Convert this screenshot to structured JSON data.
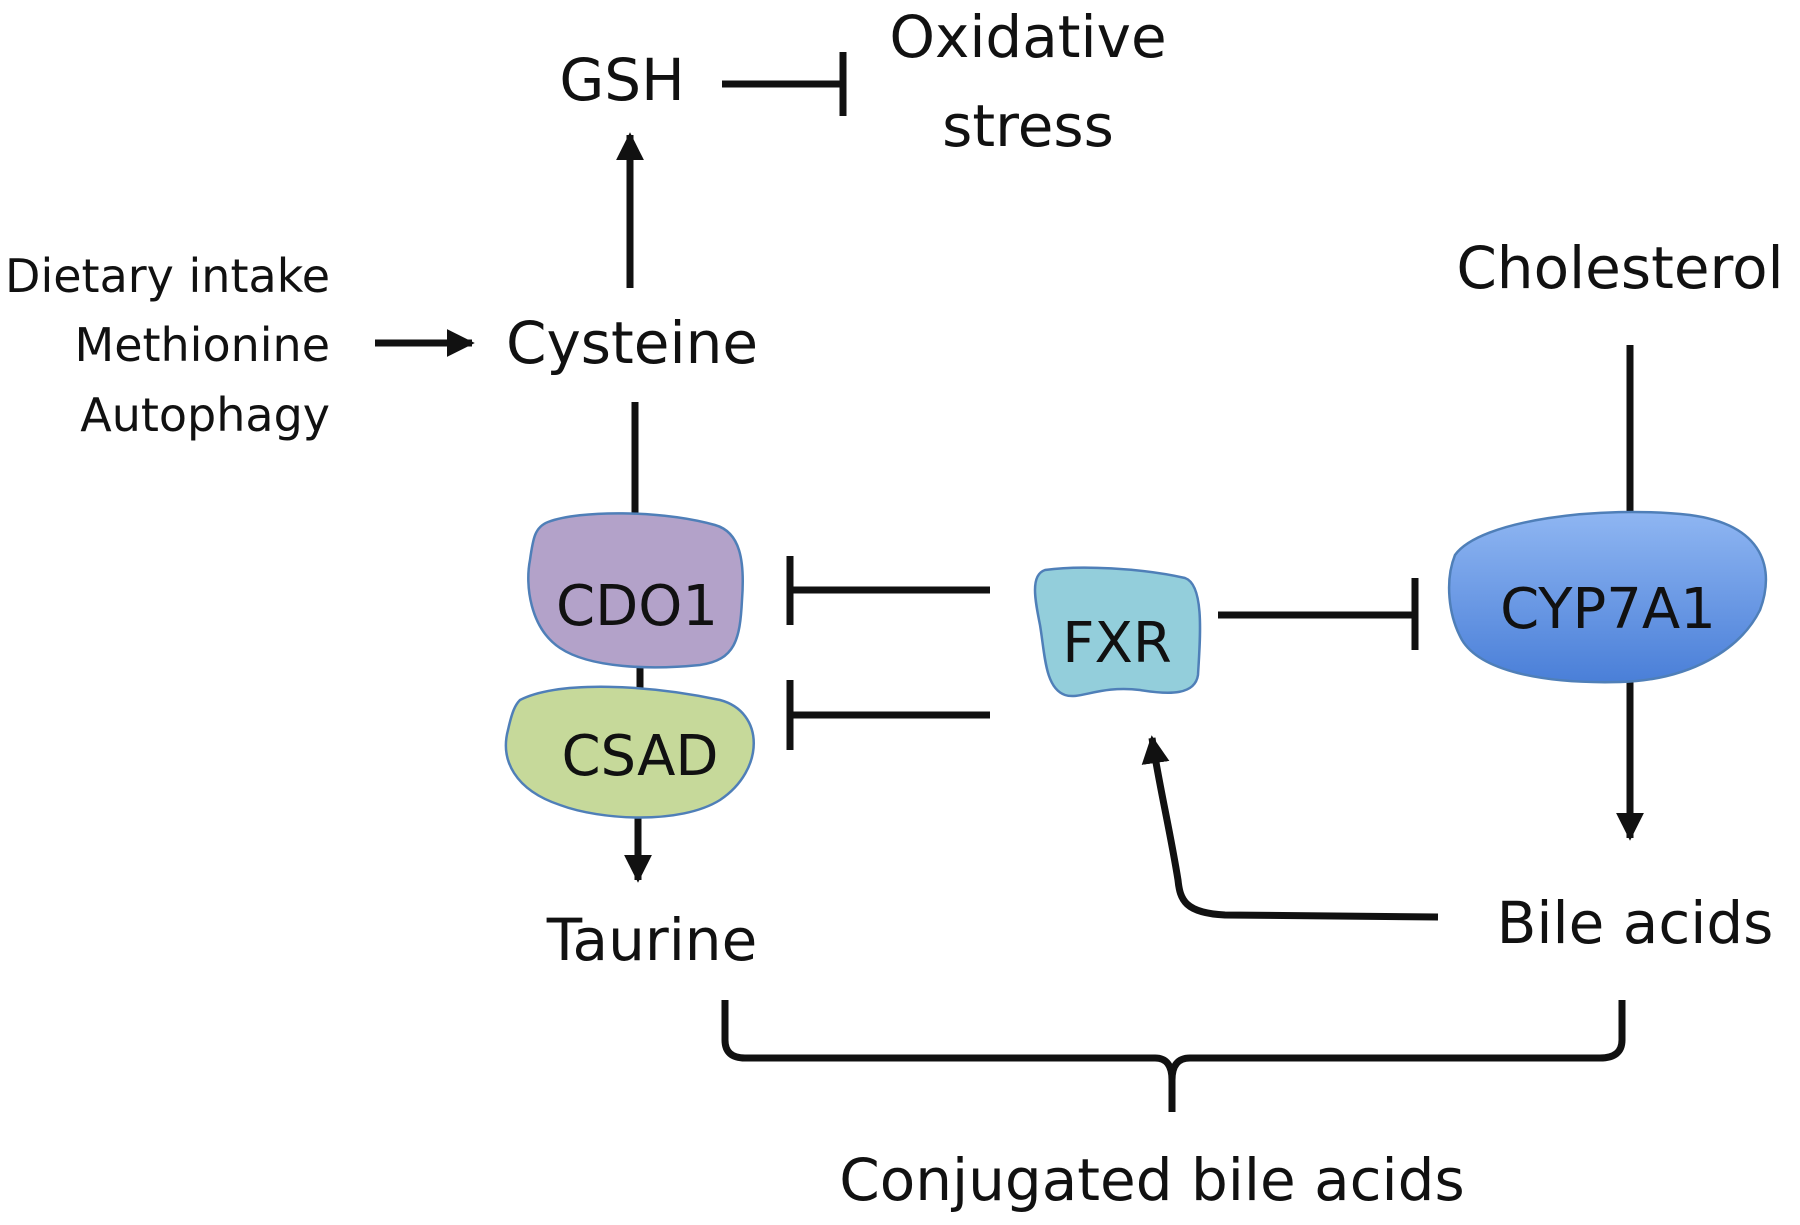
{
  "nodes": {
    "gsh": "GSH",
    "oxidative_line1": "Oxidative",
    "oxidative_line2": "stress",
    "sources": [
      "Dietary intake",
      "Methionine",
      "Autophagy"
    ],
    "cysteine": "Cysteine",
    "cholesterol": "Cholesterol",
    "cdo1": "CDO1",
    "csad": "CSAD",
    "fxr": "FXR",
    "cyp7a1": "CYP7A1",
    "taurine": "Taurine",
    "bile_acids": "Bile acids",
    "conjugated": "Conjugated bile acids"
  },
  "colors": {
    "cdo1_fill": "#b3a2c9",
    "csad_fill": "#c6d99a",
    "fxr_fill": "#93cedb",
    "cyp7a1_fill": "#5f8fe0",
    "shape_stroke": "#4f7fb8",
    "line": "#111111"
  }
}
